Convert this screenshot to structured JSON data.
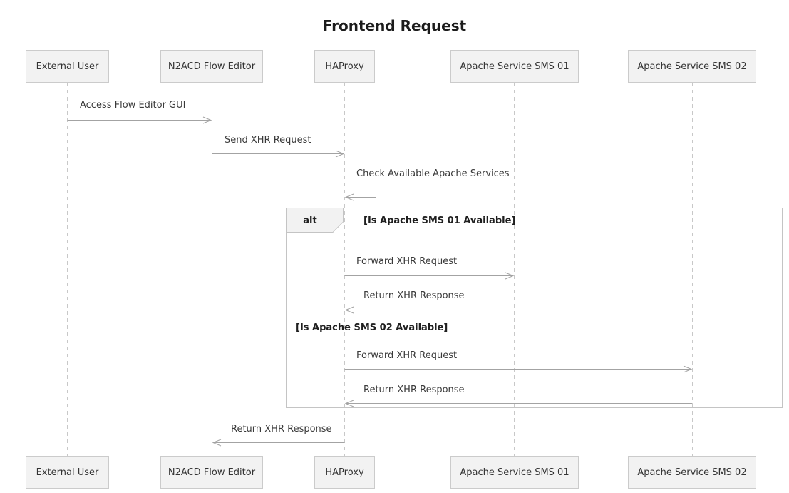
{
  "title": "Frontend Request",
  "diagram": {
    "type": "uml-sequence",
    "participants": [
      {
        "label": "External User"
      },
      {
        "label": "N2ACD Flow Editor"
      },
      {
        "label": "HAProxy"
      },
      {
        "label": "Apache Service SMS 01"
      },
      {
        "label": "Apache Service SMS 02"
      }
    ],
    "messages": [
      {
        "from": "External User",
        "to": "N2ACD Flow Editor",
        "label": "Access Flow Editor GUI",
        "direction": "right"
      },
      {
        "from": "N2ACD Flow Editor",
        "to": "HAProxy",
        "label": "Send XHR Request",
        "direction": "right"
      },
      {
        "from": "HAProxy",
        "to": "HAProxy",
        "label": "Check Available Apache Services",
        "direction": "self"
      },
      {
        "from": "HAProxy",
        "to": "Apache Service SMS 01",
        "label": "Forward XHR Request",
        "direction": "right",
        "alt_branch": 1
      },
      {
        "from": "Apache Service SMS 01",
        "to": "HAProxy",
        "label": "Return XHR Response",
        "direction": "left",
        "alt_branch": 1
      },
      {
        "from": "HAProxy",
        "to": "Apache Service SMS 02",
        "label": "Forward XHR Request",
        "direction": "right",
        "alt_branch": 2
      },
      {
        "from": "Apache Service SMS 02",
        "to": "HAProxy",
        "label": "Return XHR Response",
        "direction": "left",
        "alt_branch": 2
      },
      {
        "from": "HAProxy",
        "to": "N2ACD Flow Editor",
        "label": "Return XHR Response",
        "direction": "left"
      }
    ],
    "alt_block": {
      "operator": "alt",
      "guards": [
        "[Is Apache SMS 01 Available]",
        "[Is Apache SMS 02 Available]"
      ]
    }
  },
  "colors": {
    "background": "#ffffff",
    "participant_fill": "#f2f2f2",
    "participant_border": "#cbcbcb",
    "lifeline": "#c8c8c8",
    "arrow": "#a3a3a3",
    "frame_border": "#c4c4c4",
    "text": "#333333",
    "title_text": "#1c1c1c"
  }
}
